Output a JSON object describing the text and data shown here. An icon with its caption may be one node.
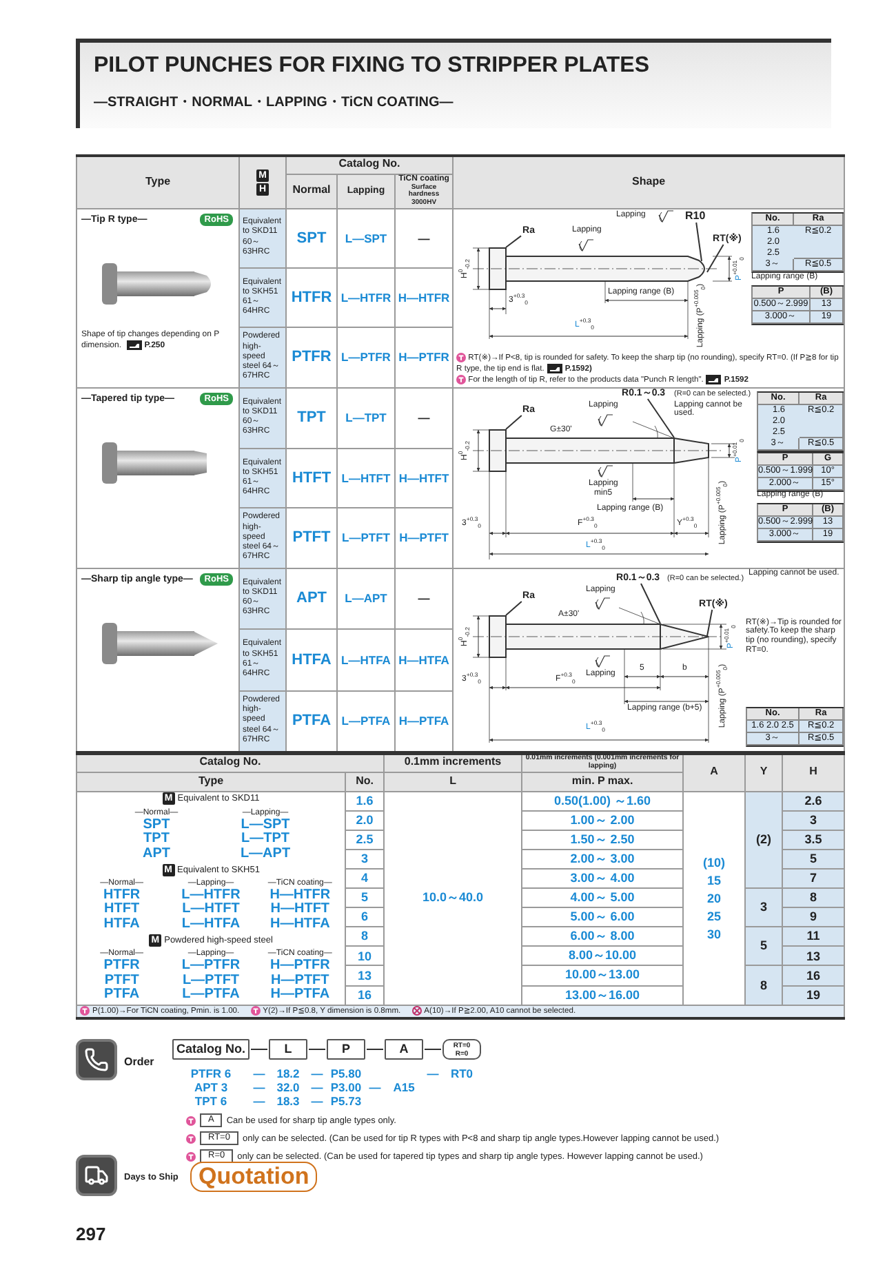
{
  "diagram": {
    "title": "PILOT PUNCHES FOR FIXING TO STRIPPER PLATES",
    "nodes": [
      {
        "text": [
          "Ra"
        ]
      },
      {
        "text": [
          "R10"
        ]
      },
      {
        "text": [
          "RT(※)"
        ]
      },
      {
        "text": [
          "Ra"
        ]
      },
      {
        "text": [
          "R0.1～0.3"
        ],
        "beside": [
          "(R=0 can be selected.)"
        ]
      },
      {
        "text": [
          "R0.1～0.3"
        ],
        "beside": [
          "(R=0 can be selected.)"
        ]
      },
      {
        "text": [
          "Ra"
        ]
      },
      {
        "text": [
          "RT(※)"
        ]
      },
      {
        "text": [
          "Catalog No."
        ]
      },
      {
        "text": [
          "L"
        ]
      },
      {
        "text": [
          "P"
        ]
      },
      {
        "text": [
          "A"
        ]
      },
      {
        "text": [
          "RT=0 R=0"
        ]
      },
      {
        "text": [],
        "shape": "picture"
      },
      {
        "text": [],
        "shape": "picture"
      },
      {
        "text": [],
        "shape": "picture"
      }
    ],
    "edges": [
      {
        "from": 0,
        "to": 13,
        "arrow": "none"
      },
      {
        "from": 1,
        "to": 13,
        "arrow": "none"
      },
      {
        "from": 2,
        "to": 13,
        "arrow": "none"
      },
      {
        "from": 3,
        "to": 14,
        "arrow": "none"
      },
      {
        "from": 4,
        "to": 14,
        "arrow": "none"
      },
      {
        "from": 5,
        "to": 15,
        "arrow": "none"
      },
      {
        "from": 6,
        "to": 15,
        "arrow": "none"
      },
      {
        "from": 7,
        "to": 15,
        "arrow": "none"
      },
      {
        "from": 8,
        "to": 9,
        "arrow": "none"
      },
      {
        "from": 9,
        "to": 10,
        "arrow": "none"
      },
      {
        "from": 10,
        "to": 11,
        "arrow": "none"
      },
      {
        "from": 11,
        "to": 12,
        "arrow": "none"
      }
    ],
    "labels": [
      "—STRAIGHT・NORMAL・LAPPING・TiCN COATING—",
      "Type",
      "M",
      "H",
      "Catalog No.",
      "Shape",
      "Normal",
      "Lapping",
      "TiCN coating",
      "Surface hardness 3000HV",
      "—Tip R type—",
      "RoHS",
      "Shape of tip changes depending on P dimension.",
      "P.250",
      "Equivalent to SKD11 60～63HRC",
      "SPT",
      "L—SPT",
      "—",
      "Lapping",
      "Lapping",
      "H$^{0}$$_{-0.2}$",
      "P$^{+0.01}$$_{0}$",
      "3$^{+0.3}$$_{0}$",
      "Lapping range (B)",
      "Lapping (P$^{+0.005}$$_{0}$)",
      "L$^{+0.3}$$_{0}$",
      "No.",
      "Ra",
      "1.6 2.0 2.5",
      "R≦0.2",
      "3～",
      "R≦0.5",
      "Lapping range (B)",
      "P",
      "(B)",
      "0.500～2.999",
      "13",
      "3.000～",
      "19",
      "RT(※)→If P<8, tip is rounded for safety. To keep the sharp tip (no rounding), specify RT=0. (If P≧8 for tip R type, the tip end is flat.",
      "P.1592)",
      "For the length of tip R, refer to the products data \"Punch R length\".",
      "P.1592",
      "Equivalent to SKH51 61～64HRC",
      "HTFR",
      "L—HTFR",
      "H—HTFR",
      "Powdered high-speed steel 64～67HRC",
      "PTFR",
      "L—PTFR",
      "H—PTFR",
      "—Tapered tip type—",
      "RoHS",
      "Equivalent to SKD11 60～63HRC",
      "TPT",
      "L—TPT",
      "—",
      "Lapping",
      "Lapping cannot be used.",
      "G±30'",
      "Lapping",
      "min5",
      "Lapping range (B)",
      "H$^{0}$$_{-0.2}$",
      "P$^{+0.01}$$_{0}$",
      "Lapping (P$^{+0.005}$$_{0}$)",
      "3$^{+0.3}$$_{0}$",
      "F$^{+0.3}$$_{0}$",
      "Y$^{+0.3}$$_{0}$",
      "L$^{+0.3}$$_{0}$",
      "No.",
      "Ra",
      "1.6 2.0 2.5",
      "R≦0.2",
      "3～",
      "R≦0.5",
      "P",
      "G",
      "0.500～1.999",
      "10°",
      "2.000～",
      "15°",
      "Lapping range (B)",
      "P",
      "(B)",
      "0.500～2.999",
      "13",
      "3.000～",
      "19",
      "Equivalent to SKH51 61～64HRC",
      "HTFT",
      "L—HTFT",
      "H—HTFT",
      "Powdered high-speed steel 64～67HRC",
      "PTFT",
      "L—PTFT",
      "H—PTFT",
      "—Sharp tip angle type—",
      "RoHS",
      "Equivalent to SKD11 60～63HRC",
      "APT",
      "L—APT",
      "—",
      "Lapping",
      "Lapping cannot be used.",
      "A±30'",
      "Lapping",
      "5",
      "b",
      "Lapping range (b+5)",
      "H$^{0}$$_{-0.2}$",
      "P$^{+0.01}$$_{0}$",
      "Lapping (P$^{+0.005}$$_{0}$)",
      "RT(※)→Tip is rounded for safety.To keep the sharp tip (no rounding), specify RT=0.",
      "3$^{+0.3}$$_{0}$",
      "F$^{+0.3}$$_{0}$",
      "L$^{+0.3}$$_{0}$",
      "No.",
      "Ra",
      "1.6 2.0 2.5",
      "R≦0.2",
      "3～",
      "R≦0.5",
      "Equivalent to SKH51 61～64HRC",
      "HTFA",
      "L—HTFA",
      "H—HTFA",
      "Powdered high-speed steel 64～67HRC",
      "PTFA",
      "L—PTFA",
      "H—PTFA",
      "Catalog No.",
      "0.1mm increments",
      "0.01mm increments (0.001mm increments for lapping)",
      "A",
      "Y",
      "H",
      "Type",
      "No.",
      "L",
      "min. P max.",
      "M",
      "Equivalent to SKD11",
      "—Normal—",
      "—Lapping—",
      "SPT",
      "L—SPT",
      "TPT",
      "L—TPT",
      "APT",
      "L—APT",
      "M",
      "Equivalent to SKH51",
      "—Normal—",
      "—Lapping—",
      "—TiCN coating—",
      "HTFR",
      "L—HTFR",
      "H—HTFR",
      "HTFT",
      "L—HTFT",
      "H—HTFT",
      "HTFA",
      "L—HTFA",
      "H—HTFA",
      "M",
      "Powdered high-speed steel",
      "—Normal—",
      "—Lapping—",
      "—TiCN coating—",
      "PTFR",
      "L—PTFR",
      "H—PTFR",
      "PTFT",
      "L—PTFT",
      "H—PTFT",
      "PTFA",
      "L—PTFA",
      "H—PTFA",
      "1.6",
      "10.0～40.0",
      "0.50(1.00) ～1.60",
      "(10)",
      "15",
      "20",
      "25",
      "30",
      "(2)",
      "2.6",
      "2.0",
      "1.00～ 2.00",
      "3",
      "2.5",
      "1.50～ 2.50",
      "3.5",
      "3",
      "2.00～ 3.00",
      "5",
      "4",
      "3.00～ 4.00",
      "7",
      "5",
      "4.00～ 5.00",
      "3",
      "8",
      "6",
      "5.00～ 6.00",
      "9",
      "8",
      "6.00～ 8.00",
      "5",
      "11",
      "10",
      "8.00～10.00",
      "13",
      "13",
      "10.00～13.00",
      "8",
      "16",
      "16",
      "13.00～16.00",
      "19",
      "P(1.00)→For TiCN coating, Pmin. is 1.00.",
      "Y(2)→If P≦0.8, Y dimension is 0.8mm.",
      "A(10)→If P≧2.00, A10 cannot be selected.",
      "Order",
      "PTFR 6",
      "—",
      "18.2",
      "—",
      "P5.80",
      "—",
      "RT0",
      "APT 3",
      "—",
      "32.0",
      "—",
      "P3.00",
      "—",
      "A15",
      "TPT 6",
      "—",
      "18.3",
      "—",
      "P5.73",
      "A",
      "Can be used for sharp tip angle types only.",
      "RT=0",
      "only can be selected. (Can be used for tip R types with P<8 and sharp tip angle types.However lapping cannot be used.)",
      "R=0",
      "only can be selected. (Can be used for tapered tip types and sharp tip angle types. However lapping cannot be used.)",
      "Days to Ship",
      "Quotation",
      "297"
    ]
  }
}
